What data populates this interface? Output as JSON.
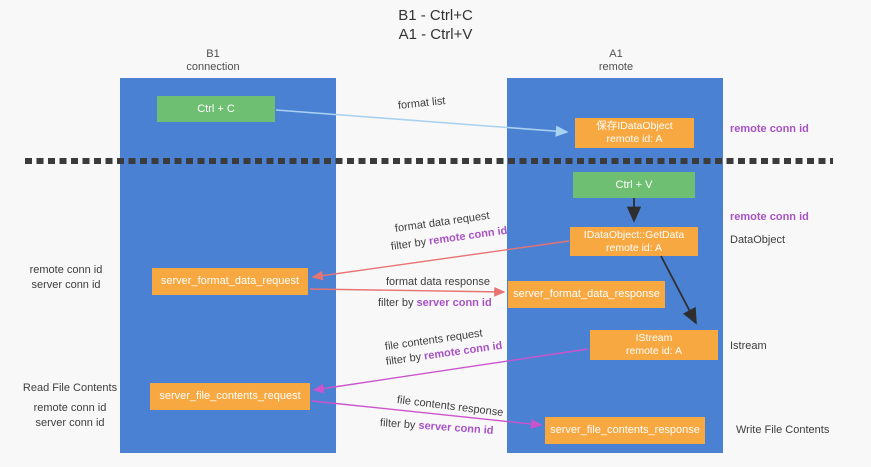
{
  "title": {
    "line1": "B1 - Ctrl+C",
    "line2": "A1 - Ctrl+V"
  },
  "lanes": {
    "b1": {
      "title": "B1",
      "subtitle": "connection"
    },
    "a1": {
      "title": "A1",
      "subtitle": "remote"
    }
  },
  "nodes": {
    "ctrl_c": {
      "label": "Ctrl + C"
    },
    "save_dataobject": {
      "line1": "保存IDataObject",
      "line2": "remote id: A"
    },
    "ctrl_v": {
      "label": "Ctrl + V"
    },
    "getdata": {
      "line1": "IDataObject::GetData",
      "line2": "remote id: A"
    },
    "format_request": {
      "label": "server_format_data_request"
    },
    "format_response": {
      "label": "server_format_data_response"
    },
    "istream": {
      "line1": "IStream",
      "line2": "remote id: A"
    },
    "file_request": {
      "label": "server_file_contents_request"
    },
    "file_response": {
      "label": "server_file_contents_response"
    }
  },
  "side_labels": {
    "right_remote_conn_top": "remote conn id",
    "right_remote_conn_mid": "remote conn id",
    "right_dataobject": "DataObject",
    "right_istream": "Istream",
    "right_write_file": "Write File Contents",
    "left_remote_conn": "remote conn id",
    "left_server_conn": "server conn id",
    "left_read_file": "Read File Contents",
    "left_remote_conn2": "remote conn id",
    "left_server_conn2": "server conn id"
  },
  "flow_labels": {
    "format_list": "format list",
    "format_data_request": "format data request",
    "format_data_response": "format data response",
    "file_contents_request": "file contents request",
    "file_contents_response": "file contents response",
    "filter_by": "filter by ",
    "remote_conn_id": "remote conn id",
    "server_conn_id": "server conn id"
  },
  "colors": {
    "lane_blue": "#4a81d3",
    "box_orange": "#f7a840",
    "box_green": "#6fbf72",
    "purple_text": "#a952c6",
    "green_text": "#5cb65c",
    "red_arrow": "#e87373",
    "magenta_arrow": "#cd53cd",
    "light_blue_arrow": "#a8d2f0",
    "black_arrow": "#2e2e2e",
    "dashed_line": "#3b3b3b",
    "background": "#f8f8f9"
  }
}
